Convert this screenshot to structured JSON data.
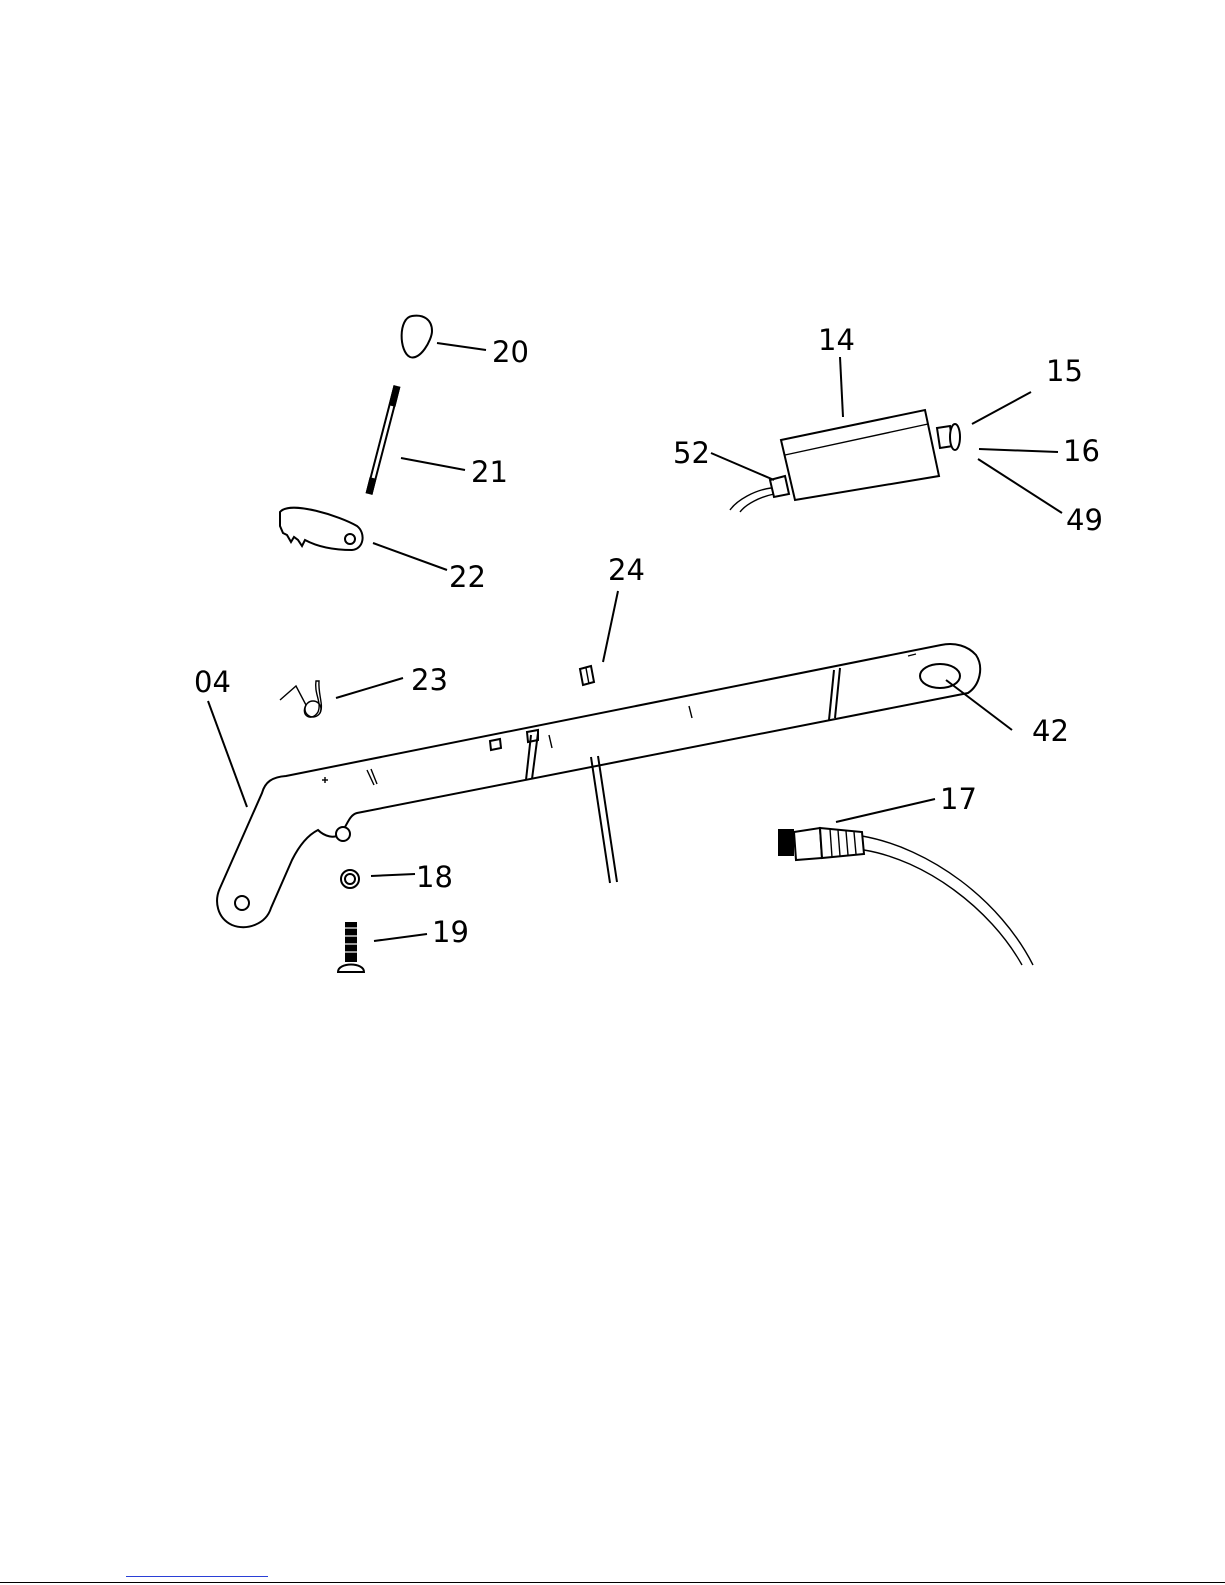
{
  "diagram": {
    "callouts": [
      {
        "id": "20",
        "label": "20"
      },
      {
        "id": "21",
        "label": "21"
      },
      {
        "id": "22",
        "label": "22"
      },
      {
        "id": "23",
        "label": "23"
      },
      {
        "id": "24",
        "label": "24"
      },
      {
        "id": "04",
        "label": "04"
      },
      {
        "id": "18",
        "label": "18"
      },
      {
        "id": "19",
        "label": "19"
      },
      {
        "id": "14",
        "label": "14"
      },
      {
        "id": "15",
        "label": "15"
      },
      {
        "id": "16",
        "label": "16"
      },
      {
        "id": "49",
        "label": "49"
      },
      {
        "id": "52",
        "label": "52"
      },
      {
        "id": "42",
        "label": "42"
      },
      {
        "id": "17",
        "label": "17"
      }
    ]
  }
}
